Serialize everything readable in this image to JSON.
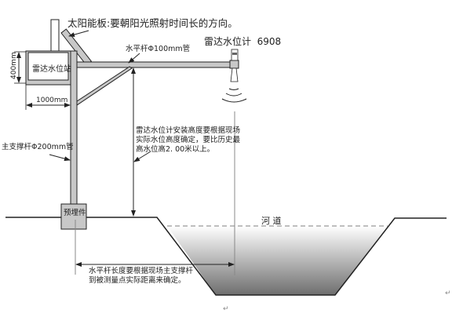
{
  "labels": {
    "solar_panel": "太阳能板:要朝阳光照射时间长的方向。",
    "horizontal_bar": "水平杆Φ100mm管",
    "radar_gauge": "雷达水位计  6908",
    "station": "雷达水位站",
    "height_dim": "400mm",
    "width_dim": "1000mm",
    "main_pole": "主支撑杆Φ200mm管",
    "install_note": [
      "雷达水位计安装高度要根据现场",
      "实际水位高度确定，要比历史最",
      "高水位高2. 00米以上。"
    ],
    "embedded_part": "预埋件",
    "river": "河 道",
    "length_note": [
      "水平杆长度要根据现场主支撑杆",
      "到被测量点实际距离来确定。"
    ],
    "return_mark": "↵"
  },
  "colors": {
    "pipe_fill": "#c8c8c8",
    "line": "#222222",
    "water_top": "#ffffff",
    "water_bottom": "#6e6e6e"
  }
}
